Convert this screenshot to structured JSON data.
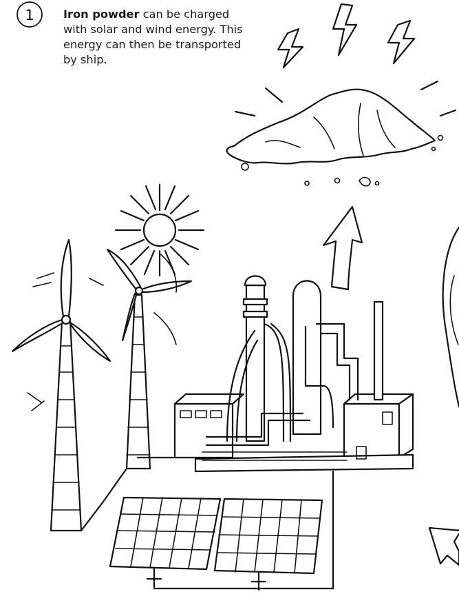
{
  "step": {
    "number": "1"
  },
  "caption": {
    "highlight": "Iron powder",
    "text": " can be charged with solar and wind energy. This energy can then be transported by ship."
  }
}
